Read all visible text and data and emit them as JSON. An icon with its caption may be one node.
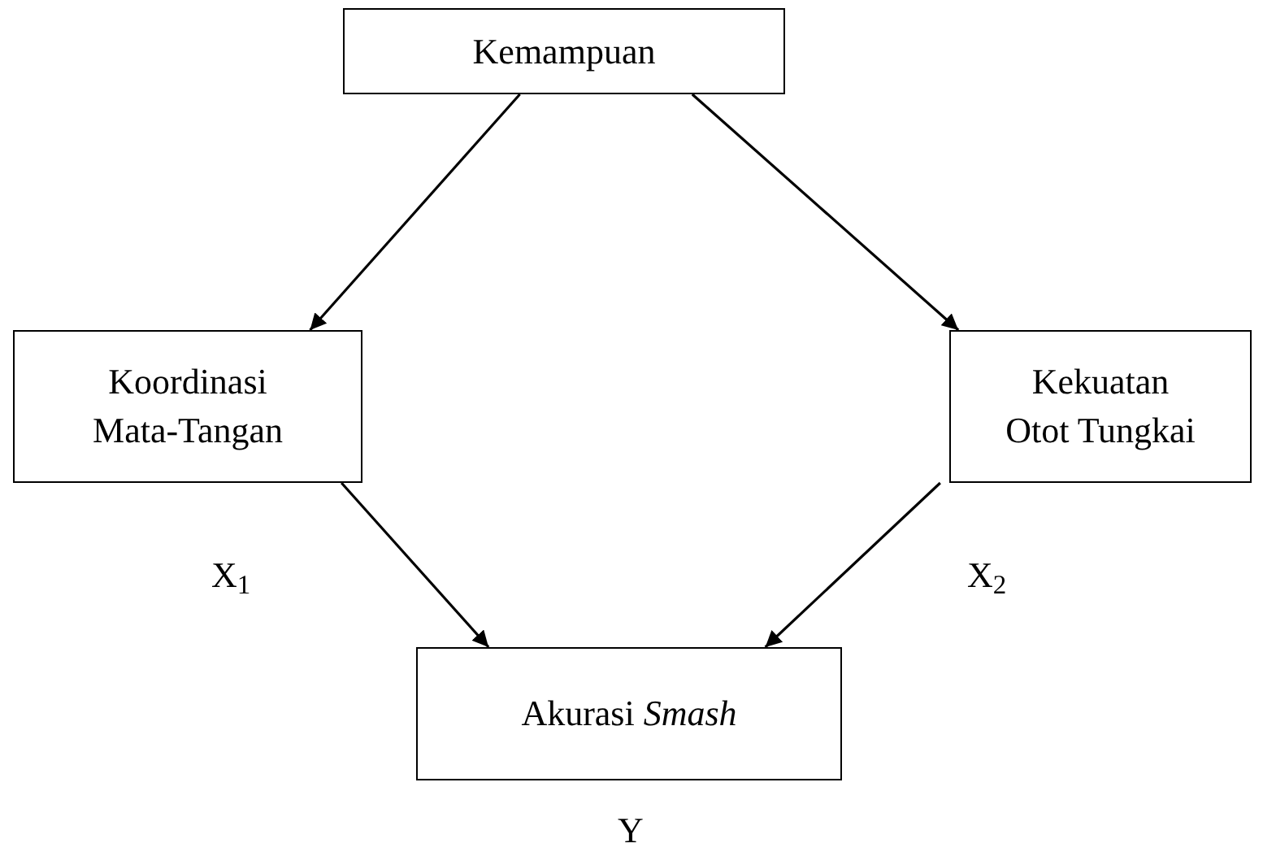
{
  "diagram": {
    "nodes": [
      {
        "text": [
          "Kemampuan"
        ]
      },
      {
        "text": [
          "Koordinasi Mata-Tangan"
        ],
        "beside": [
          "X$_{1}$"
        ]
      },
      {
        "text": [
          "Kekuatan Otot Tungkai"
        ],
        "beside": [
          "X$_{2}$"
        ]
      },
      {
        "text": [
          "Akurasi *Smash*"
        ],
        "beside": [
          "Y"
        ]
      }
    ],
    "edges": [
      {
        "from": 0,
        "to": 1,
        "arrow": "to"
      },
      {
        "from": 0,
        "to": 2,
        "arrow": "to"
      },
      {
        "from": 1,
        "to": 3,
        "arrow": "to"
      },
      {
        "from": 2,
        "to": 3,
        "arrow": "to"
      }
    ]
  }
}
